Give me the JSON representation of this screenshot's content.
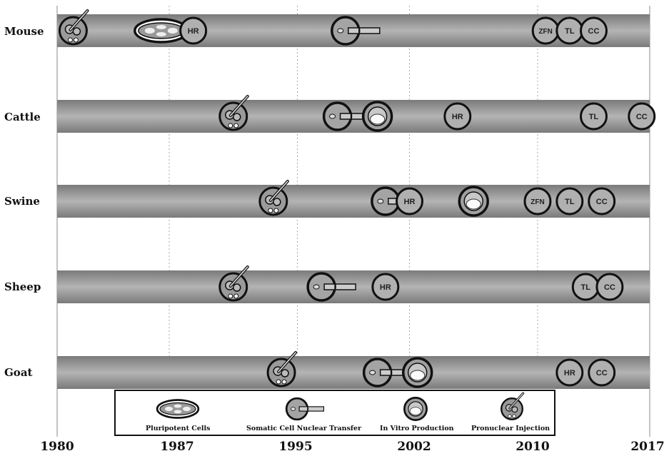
{
  "years": [
    "1980",
    "1987",
    "1995",
    "2002",
    "2010",
    "2017"
  ],
  "species": [
    {
      "name": "Mouse",
      "events": [
        {
          "type": "pronuclear-injection",
          "year": 1981
        },
        {
          "type": "pluripotent-cells",
          "year": 1986.5
        },
        {
          "type": "text",
          "label": "HR",
          "year": 1988.5
        },
        {
          "type": "scnt",
          "year": 1998
        },
        {
          "type": "text",
          "label": "ZFN",
          "year": 2010.5
        },
        {
          "type": "text",
          "label": "TL",
          "year": 2012
        },
        {
          "type": "text",
          "label": "CC",
          "year": 2013.5
        }
      ]
    },
    {
      "name": "Cattle",
      "events": [
        {
          "type": "pronuclear-injection",
          "year": 1991
        },
        {
          "type": "scnt",
          "year": 1997.5
        },
        {
          "type": "ivp",
          "year": 2000
        },
        {
          "type": "text",
          "label": "HR",
          "year": 2005
        },
        {
          "type": "text",
          "label": "TL",
          "year": 2013.5
        },
        {
          "type": "text",
          "label": "CC",
          "year": 2016.5
        }
      ]
    },
    {
      "name": "Swine",
      "events": [
        {
          "type": "pronuclear-injection",
          "year": 1993.5
        },
        {
          "type": "scnt",
          "year": 2000.5
        },
        {
          "type": "text",
          "label": "HR",
          "year": 2002
        },
        {
          "type": "ivp",
          "year": 2006
        },
        {
          "type": "text",
          "label": "ZFN",
          "year": 2010
        },
        {
          "type": "text",
          "label": "TL",
          "year": 2012
        },
        {
          "type": "text",
          "label": "CC",
          "year": 2014
        }
      ]
    },
    {
      "name": "Sheep",
      "events": [
        {
          "type": "pronuclear-injection",
          "year": 1991
        },
        {
          "type": "scnt",
          "year": 1996.5
        },
        {
          "type": "text",
          "label": "HR",
          "year": 2000.5
        },
        {
          "type": "text",
          "label": "TL",
          "year": 2013
        },
        {
          "type": "text",
          "label": "CC",
          "year": 2014.5
        }
      ]
    },
    {
      "name": "Goat",
      "events": [
        {
          "type": "pronuclear-injection",
          "year": 1994
        },
        {
          "type": "scnt",
          "year": 2000
        },
        {
          "type": "ivp",
          "year": 2002.5
        },
        {
          "type": "text",
          "label": "HR",
          "year": 2012
        },
        {
          "type": "text",
          "label": "CC",
          "year": 2014
        }
      ]
    }
  ],
  "legend": [
    {
      "type": "pluripotent-cells",
      "label": "Pluripotent Cells"
    },
    {
      "type": "scnt",
      "label": "Somatic Cell Nuclear Transfer"
    },
    {
      "type": "ivp",
      "label": "In Vitro Production"
    },
    {
      "type": "pronuclear-injection",
      "label": "Pronuclear Injection"
    }
  ]
}
